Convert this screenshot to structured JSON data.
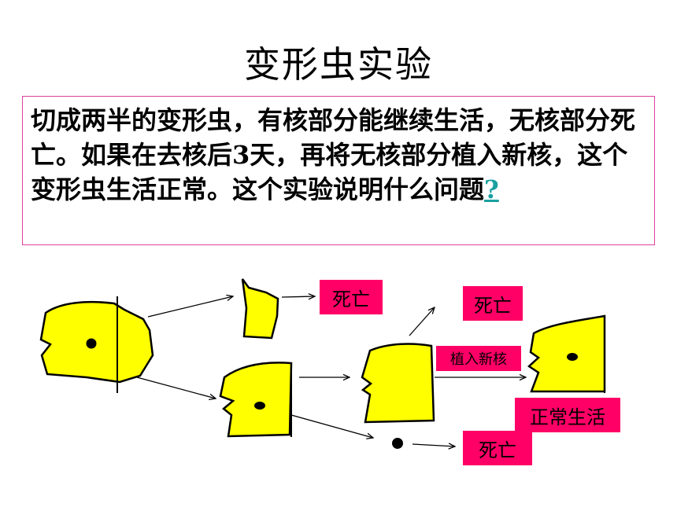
{
  "slide": {
    "title": "变形虫实验",
    "question_main": "切成两半的变形虫，有核部分能继续生活，无核部分死亡。如果在去核后3天，再将无核部分植入新核，这个变形虫生活正常。这个实验说明什么问题",
    "question_link": "?"
  },
  "diagram": {
    "label_dead_1": "死亡",
    "label_dead_2": "死亡",
    "label_dead_3": "死亡",
    "label_insert_nucleus": "植入新核",
    "label_normal_life": "正常生活",
    "cell_color": "#ffff00",
    "label_color": "#ff0066"
  }
}
